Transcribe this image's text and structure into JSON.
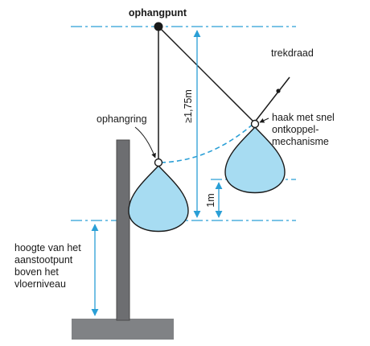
{
  "labels": {
    "ophangpunt": "ophangpunt",
    "trekdraad": "trekdraad",
    "ophangring": "ophangring",
    "haak_line1": "haak met snel",
    "haak_line2": "ontkoppel-",
    "haak_line3": "mechanisme",
    "hoogte_line1": "hoogte van het",
    "hoogte_line2": "aanstootpunt",
    "hoogte_line3": "boven het",
    "hoogte_line4": "vloerniveau",
    "dim_height": "≥1,75m",
    "dim_drop": "1m"
  },
  "colors": {
    "guide_line": "#2a9fd6",
    "bag_fill": "#a7dcf2",
    "bag_stroke": "#1a1a1a",
    "post_fill": "#6d6e71",
    "base_fill": "#808285",
    "rope": "#1a1a1a"
  }
}
